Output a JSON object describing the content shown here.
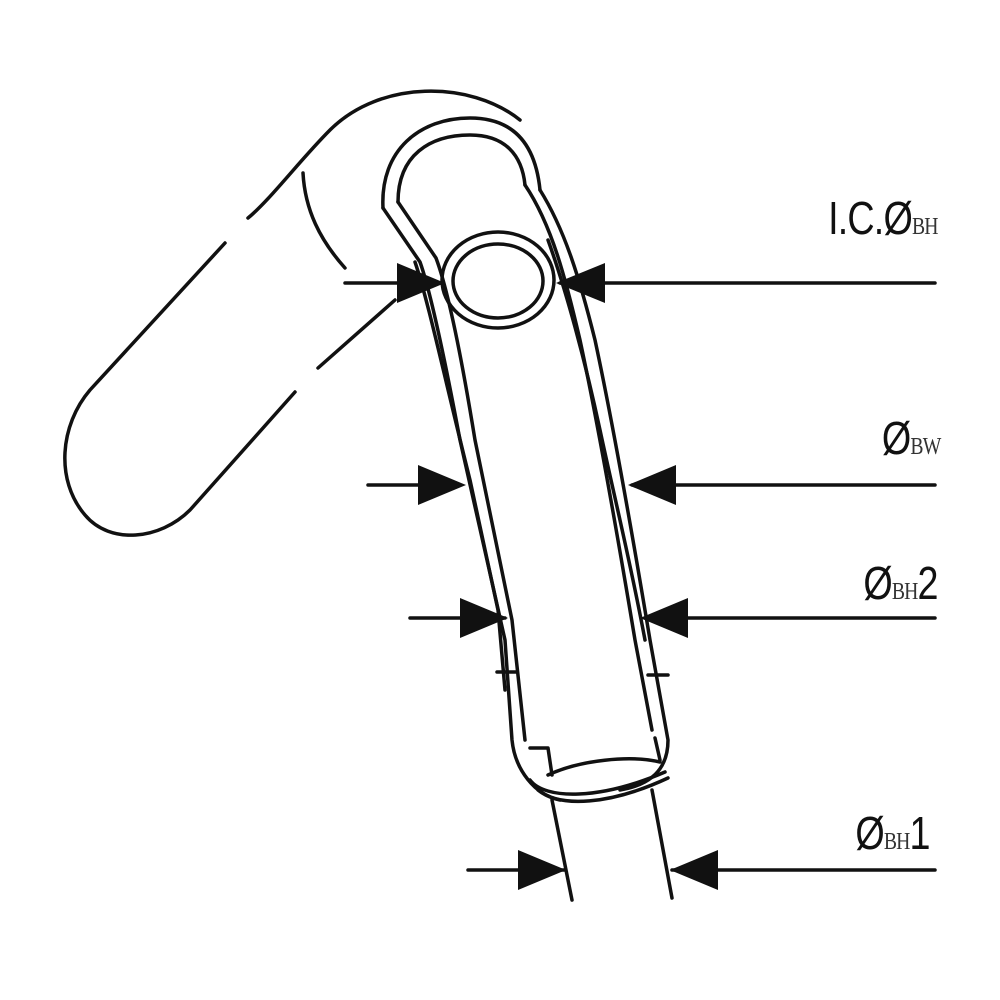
{
  "diagram": {
    "type": "technical dimension drawing",
    "subject": "bent tube handle with collar / bushing",
    "labels": [
      {
        "id": "ic",
        "prefix": "I.C.Ø",
        "subscript": "BH",
        "suffix": ""
      },
      {
        "id": "bw",
        "prefix": "Ø",
        "subscript": "BW",
        "suffix": ""
      },
      {
        "id": "bh2",
        "prefix": "Ø",
        "subscript": "BH",
        "suffix": "2"
      },
      {
        "id": "bh1",
        "prefix": "Ø",
        "subscript": "BH",
        "suffix": "1"
      }
    ],
    "colors": {
      "line": "#111111",
      "background": "#ffffff"
    }
  }
}
